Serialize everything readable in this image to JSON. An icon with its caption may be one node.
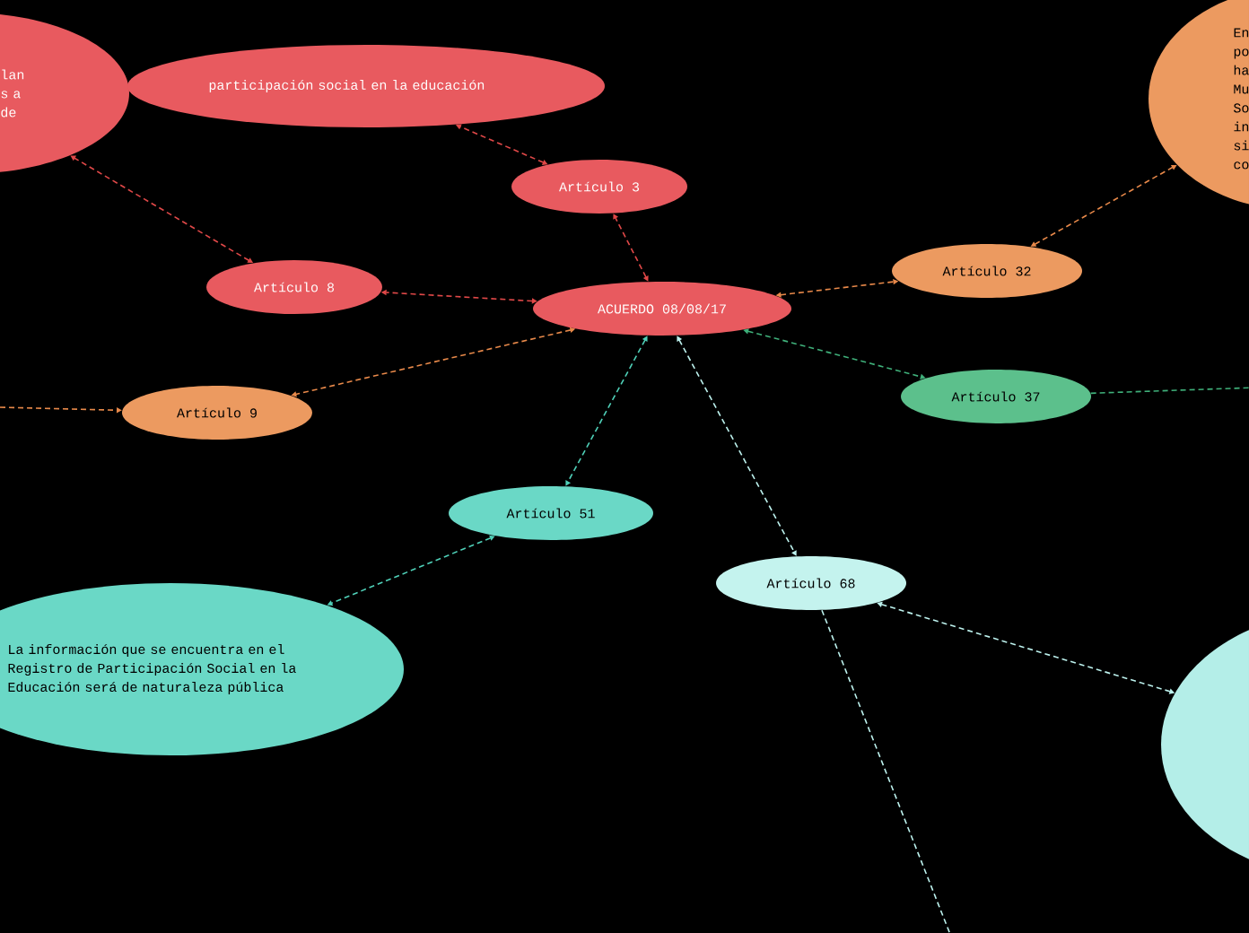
{
  "diagram": {
    "nodes": [
      {
        "text": [
          "lan s a de"
        ]
      },
      {
        "text": [
          "participación social en la educación"
        ]
      },
      {
        "text": [
          "Artículo 3"
        ]
      },
      {
        "text": [
          "Artículo 8"
        ]
      },
      {
        "text": [
          "ACUERDO 08/08/17"
        ]
      },
      {
        "text": [
          "Artículo 32"
        ]
      },
      {
        "text": [
          "En po ha Mu So in si co"
        ]
      },
      {
        "text": [
          "Artículo  9"
        ]
      },
      {
        "text": [
          "Artículo 37"
        ]
      },
      {
        "text": [
          "Artículo  51"
        ]
      },
      {
        "text": [
          "Artículo 68"
        ]
      },
      {
        "text": [
          "La  información  que  se encuentra  en  el  Registro  de Participación  Social  en  la Educación  será  de  naturaleza pública"
        ]
      },
      {
        "text": [],
        "shape": "circle"
      }
    ],
    "edges": [
      {
        "from": 4,
        "to": 2,
        "arrow": "both",
        "style": "dashed",
        "color": "#e04848"
      },
      {
        "from": 2,
        "to": 1,
        "arrow": "both",
        "style": "dashed",
        "color": "#e04848"
      },
      {
        "from": 4,
        "to": 3,
        "arrow": "both",
        "style": "dashed",
        "color": "#e04848"
      },
      {
        "from": 3,
        "to": 0,
        "arrow": "both",
        "style": "dashed",
        "color": "#e04848"
      },
      {
        "from": 4,
        "to": 5,
        "arrow": "both",
        "style": "dashed",
        "color": "#e8894a"
      },
      {
        "from": 5,
        "to": 6,
        "arrow": "both",
        "style": "dashed",
        "color": "#e8894a"
      },
      {
        "from": 4,
        "to": 7,
        "arrow": "both",
        "style": "dashed",
        "color": "#e8894a"
      },
      {
        "from": null,
        "to": 7,
        "arrow": "to",
        "style": "dashed",
        "color": "#e8894a"
      },
      {
        "from": 4,
        "to": 8,
        "arrow": "both",
        "style": "dashed",
        "color": "#3fb07a"
      },
      {
        "from": 8,
        "to": null,
        "arrow": "none",
        "style": "dashed",
        "color": "#3fb07a"
      },
      {
        "from": 4,
        "to": 9,
        "arrow": "both",
        "style": "dashed",
        "color": "#4fd0b8"
      },
      {
        "from": 9,
        "to": 11,
        "arrow": "both",
        "style": "dashed",
        "color": "#4fd0b8"
      },
      {
        "from": 4,
        "to": 10,
        "arrow": "both",
        "style": "dashed",
        "color": "#bdf2ee"
      },
      {
        "from": 10,
        "to": 12,
        "arrow": "both",
        "style": "dashed",
        "color": "#bdf2ee"
      },
      {
        "from": 10,
        "to": null,
        "arrow": "none",
        "style": "dashed",
        "color": "#bdf2ee"
      }
    ]
  }
}
